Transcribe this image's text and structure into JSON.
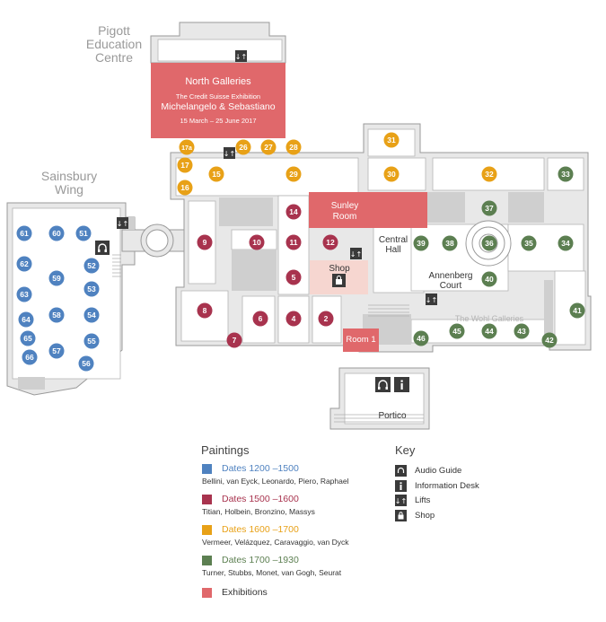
{
  "colors": {
    "wall": "#e8e8e8",
    "wall_stroke": "#9a9a9a",
    "floor": "#ffffff",
    "grey_block": "#cfcfcf",
    "blue": "#4f82c0",
    "crimson": "#a8334e",
    "orange": "#e8a117",
    "green": "#5c7f51",
    "exhibition": "#e0686b",
    "shop_fill": "#f6d6d0",
    "label_grey": "#999999",
    "icon_dark": "#3a3a3a"
  },
  "area_labels": {
    "pigott": [
      "Pigott",
      "Education",
      "Centre"
    ],
    "sainsbury": [
      "Sainsbury",
      "Wing"
    ],
    "north_galleries": "North Galleries",
    "exhibition_line1": "The Credit Suisse Exhibition",
    "exhibition_line2": "Michelangelo & Sebastiano",
    "exhibition_dates": "15 March – 25 June 2017",
    "sunley": [
      "Sunley",
      "Room"
    ],
    "central_hall": [
      "Central",
      "Hall"
    ],
    "shop": "Shop",
    "annenberg": [
      "Annenberg",
      "Court"
    ],
    "wohl": "The Wohl Galleries",
    "room1": "Room 1",
    "portico": "Portico"
  },
  "rooms": [
    {
      "n": "61",
      "period": "blue"
    },
    {
      "n": "60",
      "period": "blue"
    },
    {
      "n": "51",
      "period": "blue"
    },
    {
      "n": "62",
      "period": "blue"
    },
    {
      "n": "52",
      "period": "blue"
    },
    {
      "n": "59",
      "period": "blue"
    },
    {
      "n": "53",
      "period": "blue"
    },
    {
      "n": "63",
      "period": "blue"
    },
    {
      "n": "58",
      "period": "blue"
    },
    {
      "n": "54",
      "period": "blue"
    },
    {
      "n": "64",
      "period": "blue"
    },
    {
      "n": "65",
      "period": "blue"
    },
    {
      "n": "55",
      "period": "blue"
    },
    {
      "n": "57",
      "period": "blue"
    },
    {
      "n": "66",
      "period": "blue"
    },
    {
      "n": "56",
      "period": "blue"
    },
    {
      "n": "9",
      "period": "crimson"
    },
    {
      "n": "10",
      "period": "crimson"
    },
    {
      "n": "11",
      "period": "crimson"
    },
    {
      "n": "12",
      "period": "crimson"
    },
    {
      "n": "14",
      "period": "crimson"
    },
    {
      "n": "5",
      "period": "crimson"
    },
    {
      "n": "8",
      "period": "crimson"
    },
    {
      "n": "6",
      "period": "crimson"
    },
    {
      "n": "4",
      "period": "crimson"
    },
    {
      "n": "2",
      "period": "crimson"
    },
    {
      "n": "7",
      "period": "crimson"
    },
    {
      "n": "17a",
      "period": "orange"
    },
    {
      "n": "26",
      "period": "orange"
    },
    {
      "n": "27",
      "period": "orange"
    },
    {
      "n": "28",
      "period": "orange"
    },
    {
      "n": "17",
      "period": "orange"
    },
    {
      "n": "15",
      "period": "orange"
    },
    {
      "n": "16",
      "period": "orange"
    },
    {
      "n": "29",
      "period": "orange"
    },
    {
      "n": "31",
      "period": "orange"
    },
    {
      "n": "30",
      "period": "orange"
    },
    {
      "n": "32",
      "period": "orange"
    },
    {
      "n": "33",
      "period": "green"
    },
    {
      "n": "37",
      "period": "green"
    },
    {
      "n": "39",
      "period": "green"
    },
    {
      "n": "38",
      "period": "green"
    },
    {
      "n": "36",
      "period": "green"
    },
    {
      "n": "35",
      "period": "green"
    },
    {
      "n": "34",
      "period": "green"
    },
    {
      "n": "40",
      "period": "green"
    },
    {
      "n": "41",
      "period": "green"
    },
    {
      "n": "46",
      "period": "green"
    },
    {
      "n": "45",
      "period": "green"
    },
    {
      "n": "44",
      "period": "green"
    },
    {
      "n": "43",
      "period": "green"
    },
    {
      "n": "42",
      "period": "green"
    }
  ],
  "legend": {
    "paintings_title": "Paintings",
    "periods": [
      {
        "key": "blue",
        "label": "Dates 1200 –1500",
        "artists": "Bellini, van Eyck, Leonardo, Piero, Raphael"
      },
      {
        "key": "crimson",
        "label": "Dates 1500 –1600",
        "artists": "Titian, Holbein, Bronzino, Massys"
      },
      {
        "key": "orange",
        "label": "Dates 1600 –1700",
        "artists": "Vermeer, Velázquez, Caravaggio, van Dyck"
      },
      {
        "key": "green",
        "label": "Dates 1700 –1930",
        "artists": "Turner, Stubbs, Monet, van Gogh, Seurat"
      },
      {
        "key": "exhibition",
        "label": "Exhibitions",
        "artists": ""
      }
    ],
    "key_title": "Key",
    "key_items": [
      {
        "icon": "audio-guide-icon",
        "label": "Audio Guide"
      },
      {
        "icon": "information-desk-icon",
        "label": "Information Desk"
      },
      {
        "icon": "lifts-icon",
        "label": "Lifts"
      },
      {
        "icon": "shop-icon",
        "label": "Shop"
      }
    ]
  }
}
